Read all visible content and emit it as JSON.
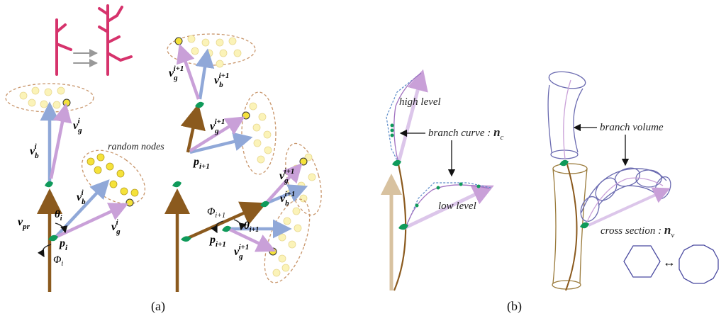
{
  "panel_a": {
    "caption": "(a)",
    "annotation_random_nodes": "random nodes",
    "labels": {
      "vb_i": "v",
      "vb_i_sub": "b",
      "vb_i_sup": "i",
      "vg_i": "v",
      "vg_i_sub": "g",
      "vg_i_sup": "i",
      "vpr": "v",
      "vpr_sub": "pr",
      "theta_i": "θ",
      "theta_i_sub": "i",
      "phi_i": "Φ",
      "phi_i_sub": "i",
      "p_i": "p",
      "p_i_sub": "i",
      "vg_i1": "v",
      "vg_i1_sub": "g",
      "vg_i1_sup": "i+1",
      "vb_i1": "v",
      "vb_i1_sub": "b",
      "vb_i1_sup": "i+1",
      "p_i1": "p",
      "p_i1_sub": "i+1",
      "phi_i1": "Φ",
      "phi_i1_sub": "i+1",
      "theta_i1": "θ",
      "theta_i1_sub": "i+1"
    }
  },
  "panel_b": {
    "caption": "(b)",
    "high_level": "high level",
    "low_level": "low level",
    "branch_curve": "branch curve : ",
    "branch_curve_symbol": "n",
    "branch_curve_sub": "c",
    "branch_volume": "branch volume",
    "cross_section": "cross section : ",
    "cross_section_symbol": "n",
    "cross_section_sub": "v",
    "double_arrow": "↔"
  },
  "colors": {
    "trunk_brown": "#8b5a1e",
    "blue_arrow": "#90a8d8",
    "pink_arrow": "#c9a0d8",
    "node_green": "#0f9a5a",
    "node_yellow": "#f5e23a",
    "node_pale": "#fbf3b8",
    "dash_orange": "#c8956a",
    "tree_pink": "#d6336c",
    "outline_purple": "#6a6ab0",
    "curve_brown": "#9a7a3a"
  }
}
